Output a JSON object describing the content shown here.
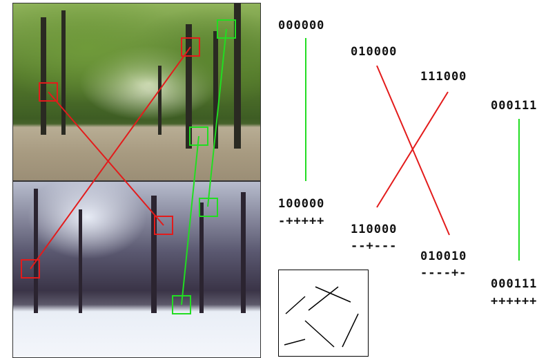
{
  "images": {
    "top": {
      "name": "summer-park-photo",
      "season": "summer"
    },
    "bottom": {
      "name": "winter-park-photo",
      "season": "winter"
    }
  },
  "colors": {
    "red": "#e31b1b",
    "green": "#22dd22",
    "text": "#111111"
  },
  "match_lines": [
    {
      "name": "match-line-red-1",
      "color": "red"
    },
    {
      "name": "match-line-red-2",
      "color": "red"
    },
    {
      "name": "match-line-green-1",
      "color": "green"
    },
    {
      "name": "match-line-green-2",
      "color": "green"
    }
  ],
  "descriptors": [
    {
      "top_code": "000000",
      "bottom_code": "100000",
      "diff": "-+++++",
      "line_color": "green"
    },
    {
      "top_code": "010000",
      "bottom_code": "010010",
      "diff": "----+-",
      "line_color": "red"
    },
    {
      "top_code": "111000",
      "bottom_code": "110000",
      "diff": "--+---",
      "line_color": "red"
    },
    {
      "top_code": "000111",
      "bottom_code": "000111",
      "diff": "++++++",
      "line_color": "green"
    }
  ],
  "inset": {
    "name": "line-segments-inset"
  }
}
